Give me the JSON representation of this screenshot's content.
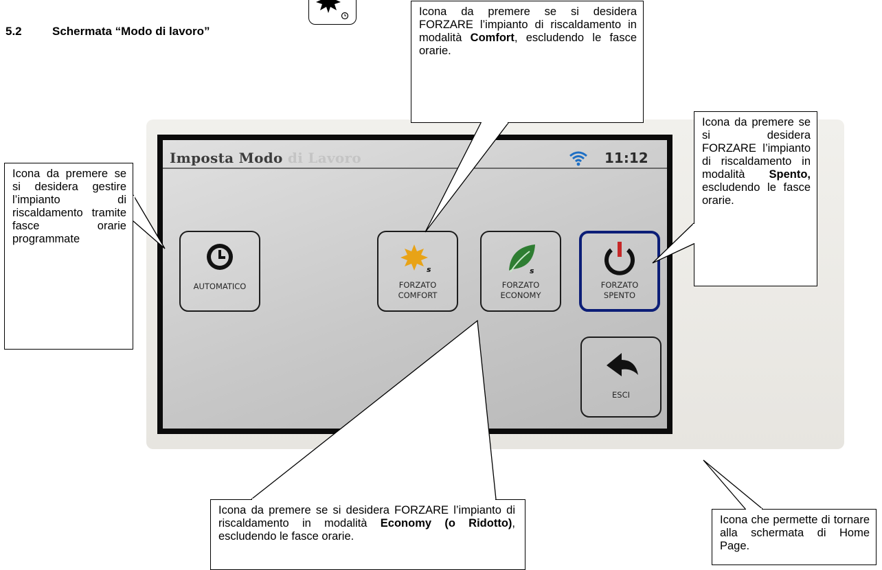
{
  "section": {
    "number": "5.2",
    "title": "Schermata “Modo di lavoro”",
    "icon": "sun-clock-icon"
  },
  "screen": {
    "title_main": "Imposta Modo",
    "title_faded": " di Lavoro",
    "time": "11:12",
    "status_icon": "wifi-icon",
    "buttons": {
      "automatico": {
        "label": "AUTOMATICO",
        "icon": "clock-icon"
      },
      "comfort": {
        "line1": "FORZATO",
        "line2": "COMFORT",
        "icon": "sun-icon"
      },
      "economy": {
        "line1": "FORZATO",
        "line2": "ECONOMY",
        "icon": "leaf-icon"
      },
      "spento": {
        "line1": "FORZATO",
        "line2": "SPENTO",
        "icon": "power-icon"
      },
      "esci": {
        "label": "ESCI",
        "icon": "back-arrow-icon"
      }
    },
    "colors": {
      "selected_border": "#0c1e77",
      "sun": "#e8a317",
      "leaf": "#2e7d32",
      "power_accent": "#c62828"
    }
  },
  "callouts": {
    "left": "Icona da premere se si desidera gestire l’impianto di riscaldamento tramite fasce orarie programmate",
    "top": {
      "pre": "Icona da premere se si desidera FORZARE l’impianto di riscaldamento in modalità ",
      "bold": "Comfort",
      "post": ", escludendo le fasce orarie."
    },
    "right": {
      "pre": "Icona da premere se si desidera FORZARE l’impianto di riscaldamento in modalità ",
      "bold": "Spento,",
      "post": " escludendo le fasce orarie."
    },
    "bottom": {
      "pre": "Icona da premere se si desidera FORZARE l’impianto di riscaldamento in modalità ",
      "bold": "Economy (o Ridotto)",
      "post": ", escludendo le fasce orarie."
    },
    "bottom_right": "Icona che permette di tornare alla schermata di Home Page."
  }
}
